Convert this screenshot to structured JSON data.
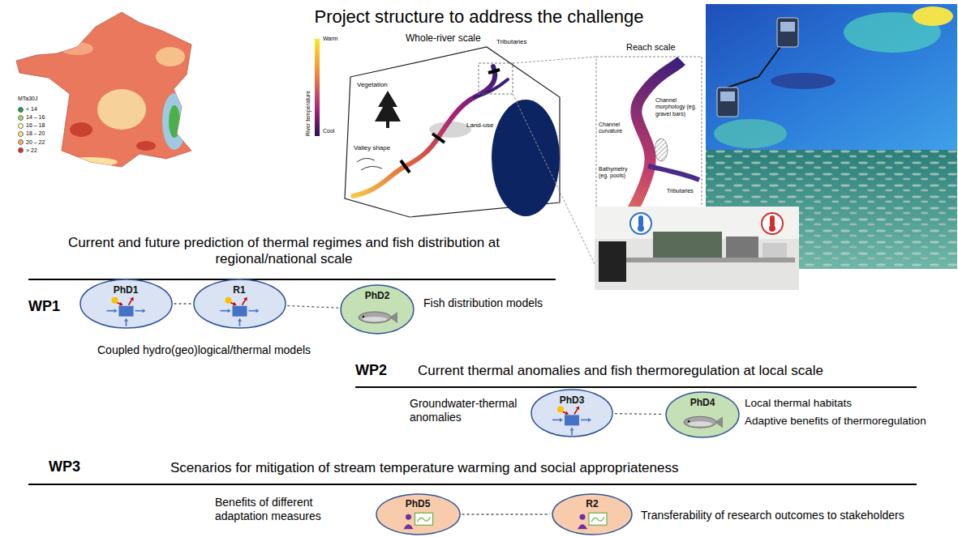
{
  "diagram": {
    "title": "Project structure to address the challenge",
    "nodes": [
      {
        "text": [
          "PhD1"
        ]
      },
      {
        "text": [
          "R1"
        ]
      },
      {
        "text": [
          "PhD2"
        ]
      },
      {
        "text": [
          "PhD3"
        ]
      },
      {
        "text": [
          "PhD4"
        ]
      },
      {
        "text": [
          "PhD5"
        ]
      },
      {
        "text": [
          "R2"
        ]
      }
    ],
    "edges": [
      {
        "from": 0,
        "to": 1,
        "arrow": "none"
      },
      {
        "from": 1,
        "to": 2,
        "arrow": "none"
      },
      {
        "from": 3,
        "to": 4,
        "arrow": "none"
      },
      {
        "from": 5,
        "to": 6,
        "arrow": "none"
      }
    ],
    "labels": [
      "MTa30J",
      "Whole-river scale",
      "Warm",
      "Cool",
      "River temperature",
      "Vegetation",
      "Tributaries",
      "Valley shape",
      "Land-use",
      "Reach scale",
      "Channel morphology (eg. gravel bars)",
      "Channel curvature",
      "Bathymetry (eg. pools)",
      "Tributaries",
      "Current and future prediction of thermal regimes and fish distribution at regional/national scale",
      "WP1",
      "Coupled hydro(geo)logical/thermal models",
      "Fish distribution models",
      "WP2",
      "Current thermal anomalies and fish thermoregulation at local scale",
      "Groundwater-thermal anomalies",
      "Local thermal habitats",
      "Adaptive benefits of thermoregulation",
      "WP3",
      "Scenarios for mitigation of stream temperature warming and social appropriateness",
      "Benefits of different adaptation measures",
      "Transferability of research outcomes to stakeholders"
    ],
    "legend": [
      {
        "text": "< 14",
        "color": "#1a9850"
      },
      {
        "text": "14 – 16",
        "color": "#a6d96a"
      },
      {
        "text": "16 – 18",
        "color": "#ffffbf"
      },
      {
        "text": "18 – 20",
        "color": "#fee08b"
      },
      {
        "text": "20 – 22",
        "color": "#fdae61"
      },
      {
        "text": "> 22",
        "color": "#d73027"
      }
    ]
  }
}
